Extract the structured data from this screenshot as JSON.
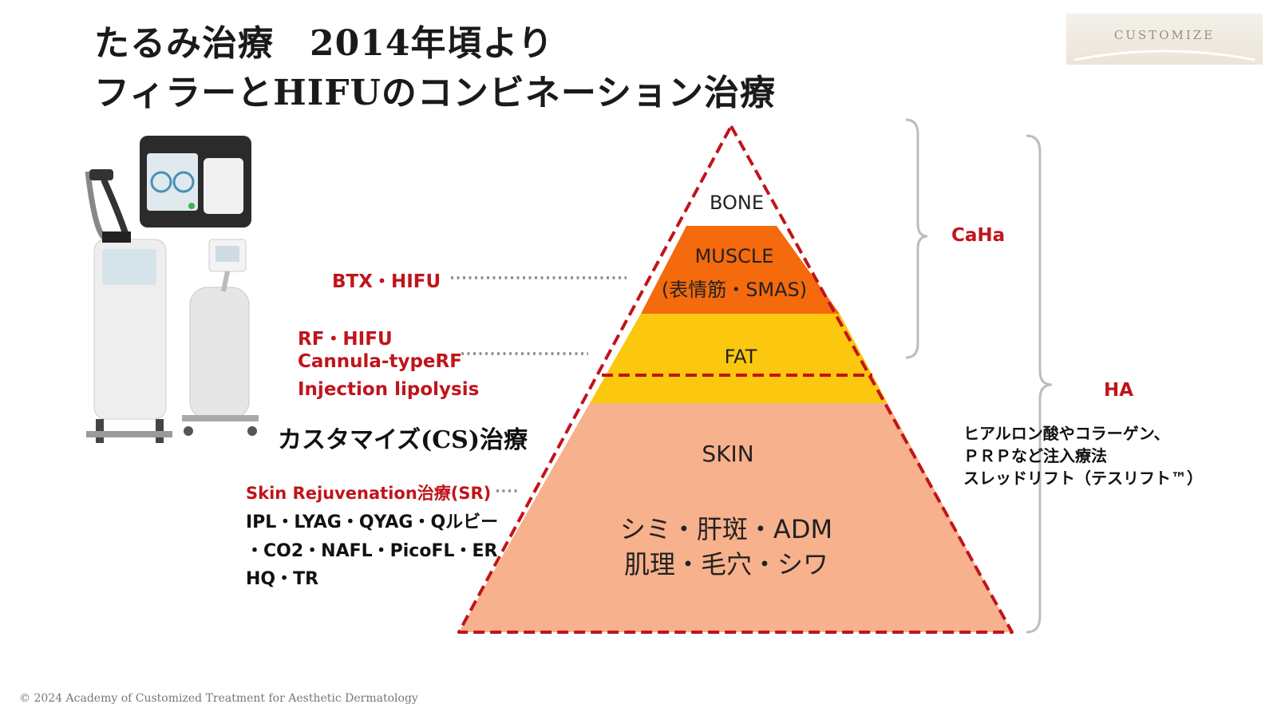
{
  "title": {
    "line1": "たるみ治療　2014年頃より",
    "line2": "フィラーとHIFUのコンビネーション治療"
  },
  "logo": {
    "text": "CUSTOMIZE"
  },
  "pyramid": {
    "layers": {
      "bone": "BONE",
      "muscle_line1": "MUSCLE",
      "muscle_line2": "(表情筋・SMAS)",
      "fat": "FAT",
      "skin": "SKIN",
      "skin_detail_line1": "シミ・肝斑・ADM",
      "skin_detail_line2": "肌理・毛穴・シワ"
    },
    "colors": {
      "muscle": "#f46a0c",
      "fat": "#fbc70f",
      "skin": "#f7b18c",
      "outline": "#c0141b"
    }
  },
  "left_labels": {
    "btx_hifu": "BTX・HIFU",
    "rf_hifu": "RF・HIFU",
    "cannula": "Cannula-typeRF",
    "injection": "Injection lipolysis",
    "cs": "カスタマイズ(CS)治療",
    "sr_title": "Skin Rejuvenation治療(SR)",
    "sr_line1": "IPL・LYAG・QYAG・Qルビー",
    "sr_line2": "・CO2・NAFL・PicoFL・ER",
    "sr_line3": "HQ・TR"
  },
  "right_labels": {
    "caha": "CaHa",
    "ha": "HA",
    "notes_line1": "ヒアルロン酸やコラーゲン、",
    "notes_line2": "ＰＲＰなど注入療法",
    "notes_line3": "スレッドリフト（テスリフト™）"
  },
  "footer": "© 2024 Academy of Customized Treatment for Aesthetic Dermatology"
}
